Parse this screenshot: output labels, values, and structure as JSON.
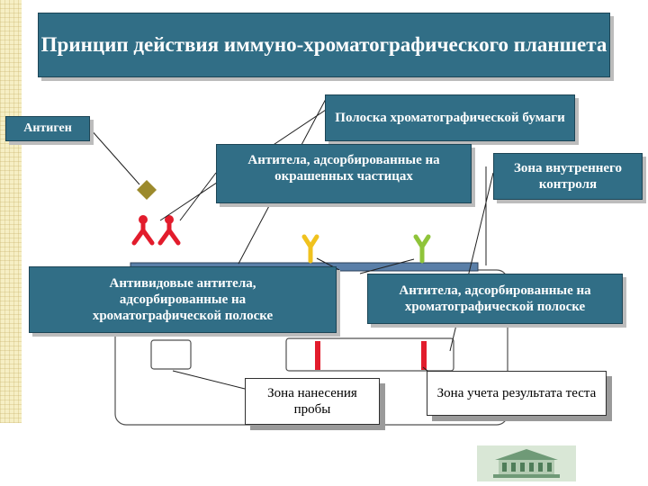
{
  "title": "Принцип действия иммуно-хроматографического планшета",
  "labels": {
    "antigen": "Антиген",
    "strip": "Полоска хроматографической бумаги",
    "colored_antibodies": "Антитела, адсорбированные на окрашенных частицах",
    "control_zone": "Зона внутреннего контроля",
    "anti_species": "Антивидовые антитела, адсорбированные на хроматографической полоске",
    "strip_antibodies": "Антитела, адсорбированные на хроматографической полоске",
    "sample_zone": "Зона нанесения пробы",
    "result_zone": "Зона учета результата теста"
  },
  "colors": {
    "box_fill": "#316e86",
    "antigen": "#9c8a2c",
    "antibody_red": "#e21c2c",
    "antibody_yellow": "#f0c21e",
    "antibody_green": "#8fc43a",
    "line_red": "#e21c2c"
  }
}
